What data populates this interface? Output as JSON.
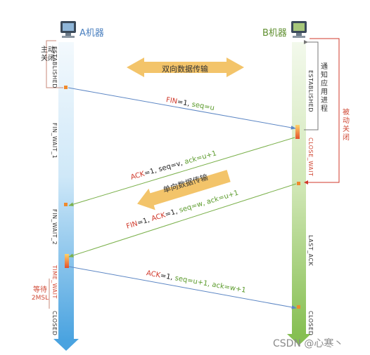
{
  "hosts": {
    "a_label": "A机器",
    "b_label": "B机器"
  },
  "states_a": {
    "established": "ESTABLISHED",
    "fin_wait_1": "FIN_WAIT_1",
    "fin_wait_2": "FIN_WAIT_2",
    "time_wait": "TIME_WAIT",
    "closed": "CLOSED"
  },
  "states_b": {
    "established": "ESTABLISHED",
    "close_wait": "CLOSE_WAIT",
    "last_ack": "LAST_ACK",
    "closed": "CLOSED"
  },
  "side_notes": {
    "active_close": "主动关闭",
    "notify_app": "通知应用进程",
    "passive_close": "被动关闭",
    "wait_2msl_1": "等待",
    "wait_2msl_2": "2MSL"
  },
  "banners": {
    "bidirectional": "双向数据传输",
    "unidirectional": "单向数据传输"
  },
  "messages": {
    "m1": {
      "flag": "FIN",
      "flag_val": "=1,",
      "seq": "seq=u"
    },
    "m2": {
      "flag": "ACK",
      "flag_val": "=1,",
      "seq": "seq=v,",
      "ack": "ack=u+1"
    },
    "m3": {
      "fin": "FIN",
      "fin_val": "=1,",
      "flag": "ACK",
      "flag_val": "=1,",
      "seq": "seq=w,",
      "ack": "ack=u+1"
    },
    "m4": {
      "flag": "ACK",
      "flag_val": "=1,",
      "seq": "seq=u+1,",
      "ack": "ack=w+1"
    }
  },
  "watermark": "CSDN @心寒丶",
  "colors": {
    "a_timeline": "#5aaee6",
    "b_timeline": "#8dc25a",
    "banner": "#f3c46a",
    "accent_red": "#d0392b",
    "seq_green": "#5a9a2a"
  }
}
